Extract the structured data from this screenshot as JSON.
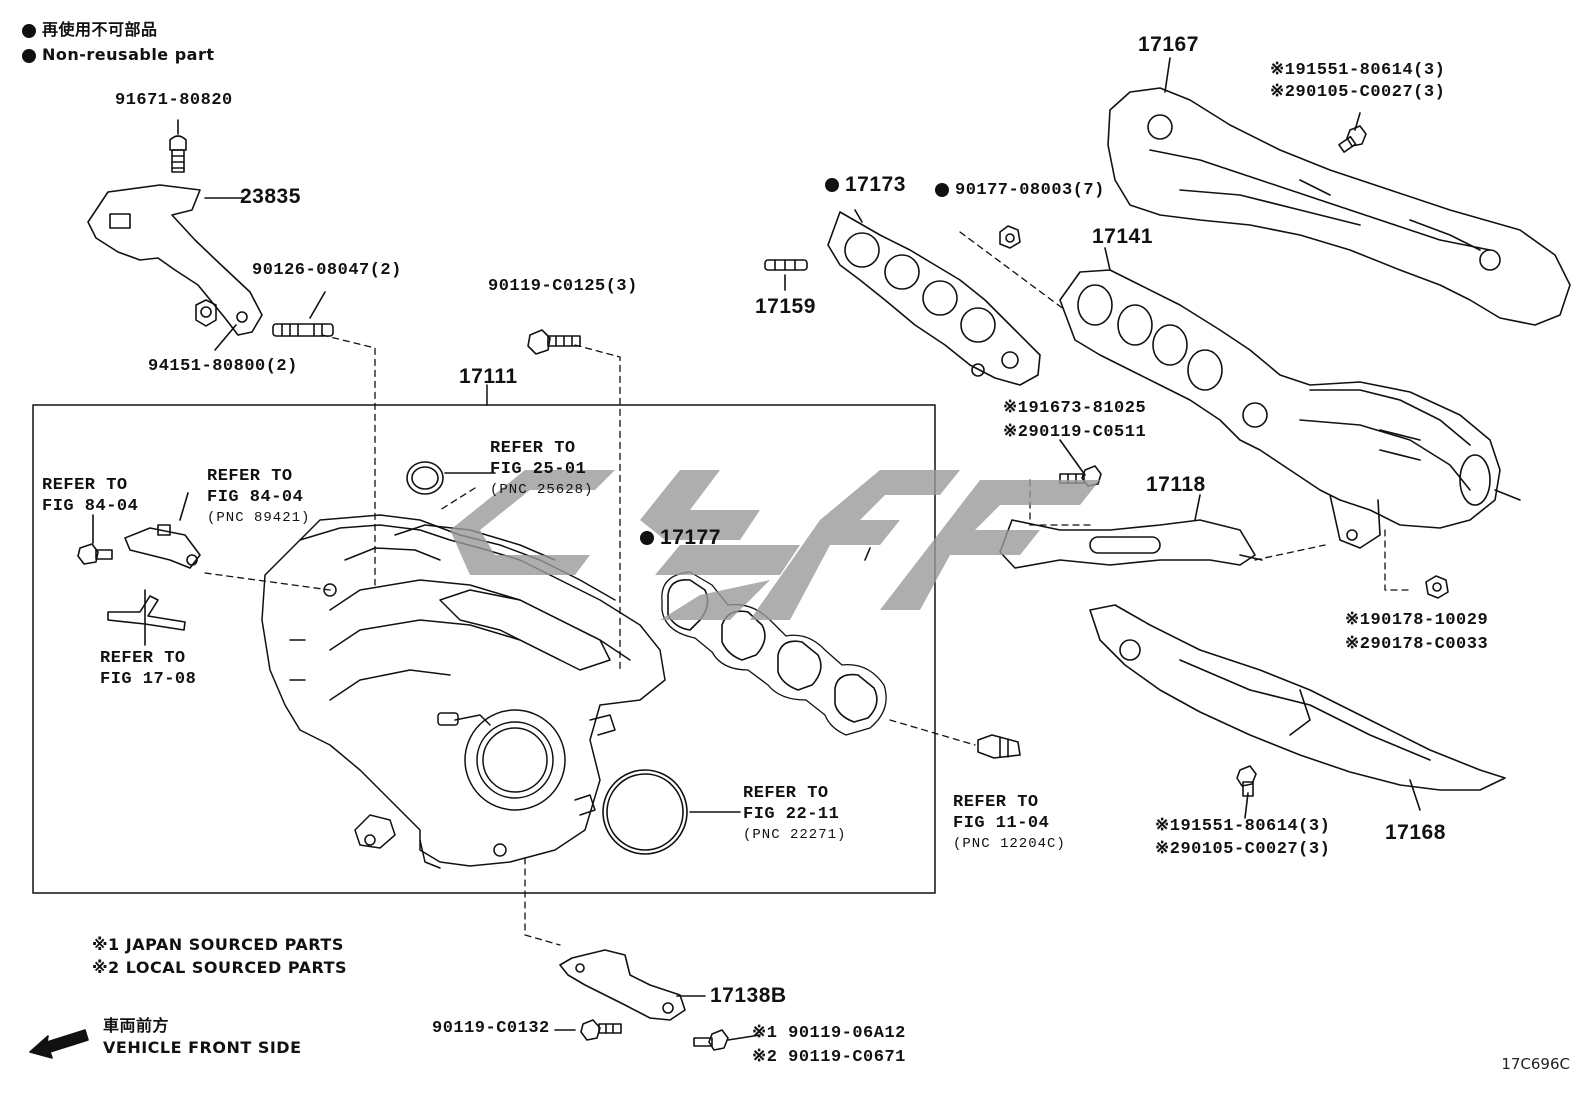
{
  "legend": {
    "line1": "再使用不可部品",
    "line2": "Non-reusable part"
  },
  "callouts": {
    "p91671": "91671-80820",
    "p23835": "23835",
    "p90126": "90126-08047(2)",
    "p94151": "94151-80800(2)",
    "p90119_c0125": "90119-C0125(3)",
    "p17111": "17111",
    "p17159": "17159",
    "p17173": "17173",
    "p90177": "90177-08003(7)",
    "p17167": "17167",
    "p191551_top_1": "※191551-80614(3)",
    "p191551_top_2": "※290105-C0027(3)",
    "p17141": "17141",
    "p91673_1": "※191673-81025",
    "p91673_2": "※290119-C0511",
    "p17118": "17118",
    "p17177": "17177",
    "p90178_1": "※190178-10029",
    "p90178_2": "※290178-C0033",
    "p17168": "17168",
    "p191551_bot_1": "※191551-80614(3)",
    "p191551_bot_2": "※290105-C0027(3)",
    "p17138b": "17138B",
    "p90119_c0132": "90119-C0132",
    "p90119_06a12": "※1 90119-06A12",
    "p90119_c0671": "※2 90119-C0671"
  },
  "refers": {
    "r8404a_1": "REFER TO",
    "r8404a_2": "FIG 84-04",
    "r8404b_1": "REFER TO",
    "r8404b_2": "FIG 84-04",
    "r8404b_3": "(PNC 89421)",
    "r2501_1": "REFER TO",
    "r2501_2": "FIG 25-01",
    "r2501_3": "(PNC 25628)",
    "r1708_1": "REFER TO",
    "r1708_2": "FIG 17-08",
    "r2211_1": "REFER TO",
    "r2211_2": "FIG 22-11",
    "r2211_3": "(PNC 22271)",
    "r1104_1": "REFER TO",
    "r1104_2": "FIG 11-04",
    "r1104_3": "(PNC 12204C)"
  },
  "notes": {
    "japan": "※1 JAPAN SOURCED PARTS",
    "local": "※2 LOCAL SOURCED PARTS",
    "front_jp": "車両前方",
    "front_en": "VEHICLE FRONT SIDE"
  },
  "diagram_code": "17C696C",
  "colors": {
    "line": "#111111",
    "watermark": "#9a9a9a"
  }
}
